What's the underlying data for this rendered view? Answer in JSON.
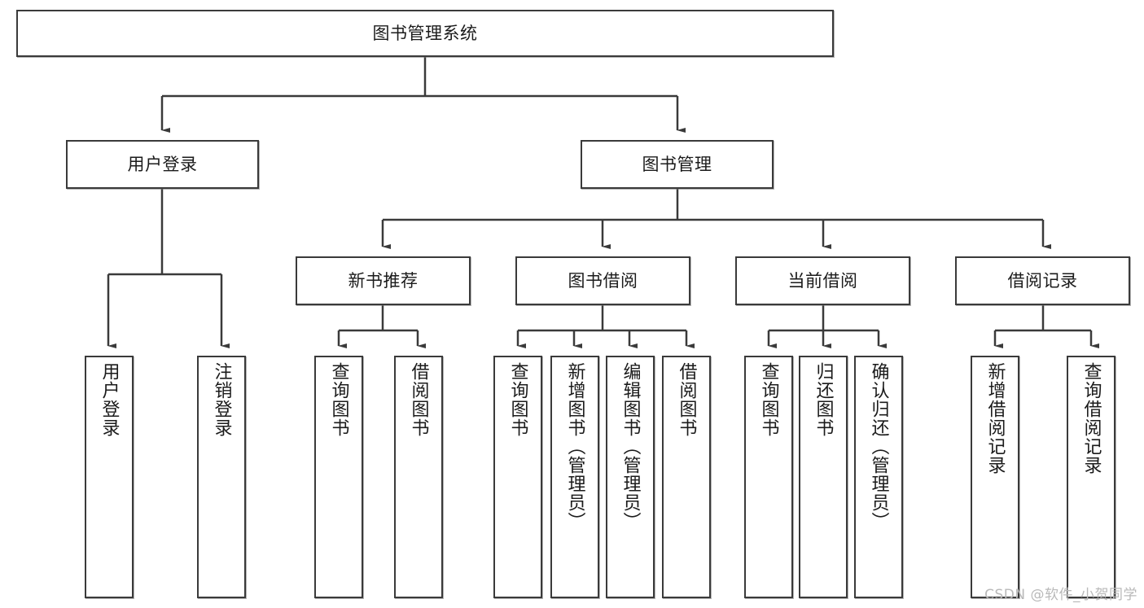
{
  "diagram": {
    "title": "图书管理系统",
    "watermark": "CSDN @软件_小贺同学",
    "stroke_color": "#3a3a3a",
    "text_color": "#1b1b1b",
    "background_color": "#ffffff",
    "watermark_color": "#b9b9b9"
  },
  "nodes": {
    "root": {
      "label": "图书管理系统"
    },
    "level2": [
      {
        "label": "用户登录"
      },
      {
        "label": "图书管理"
      }
    ],
    "level3": [
      {
        "label": "新书推荐"
      },
      {
        "label": "图书借阅"
      },
      {
        "label": "当前借阅"
      },
      {
        "label": "借阅记录"
      }
    ],
    "leaves_user_login": [
      {
        "label": "用户登录"
      },
      {
        "label": "注销登录"
      }
    ],
    "leaves_new_book": [
      {
        "label": "查询图书"
      },
      {
        "label": "借阅图书"
      }
    ],
    "leaves_borrow": [
      {
        "label": "查询图书"
      },
      {
        "label": "新增图书（管理员）"
      },
      {
        "label": "编辑图书（管理员）"
      },
      {
        "label": "借阅图书"
      }
    ],
    "leaves_current": [
      {
        "label": "查询图书"
      },
      {
        "label": "归还图书"
      },
      {
        "label": "确认归还（管理员）"
      }
    ],
    "leaves_record": [
      {
        "label": "新增借阅记录"
      },
      {
        "label": "查询借阅记录"
      }
    ]
  }
}
